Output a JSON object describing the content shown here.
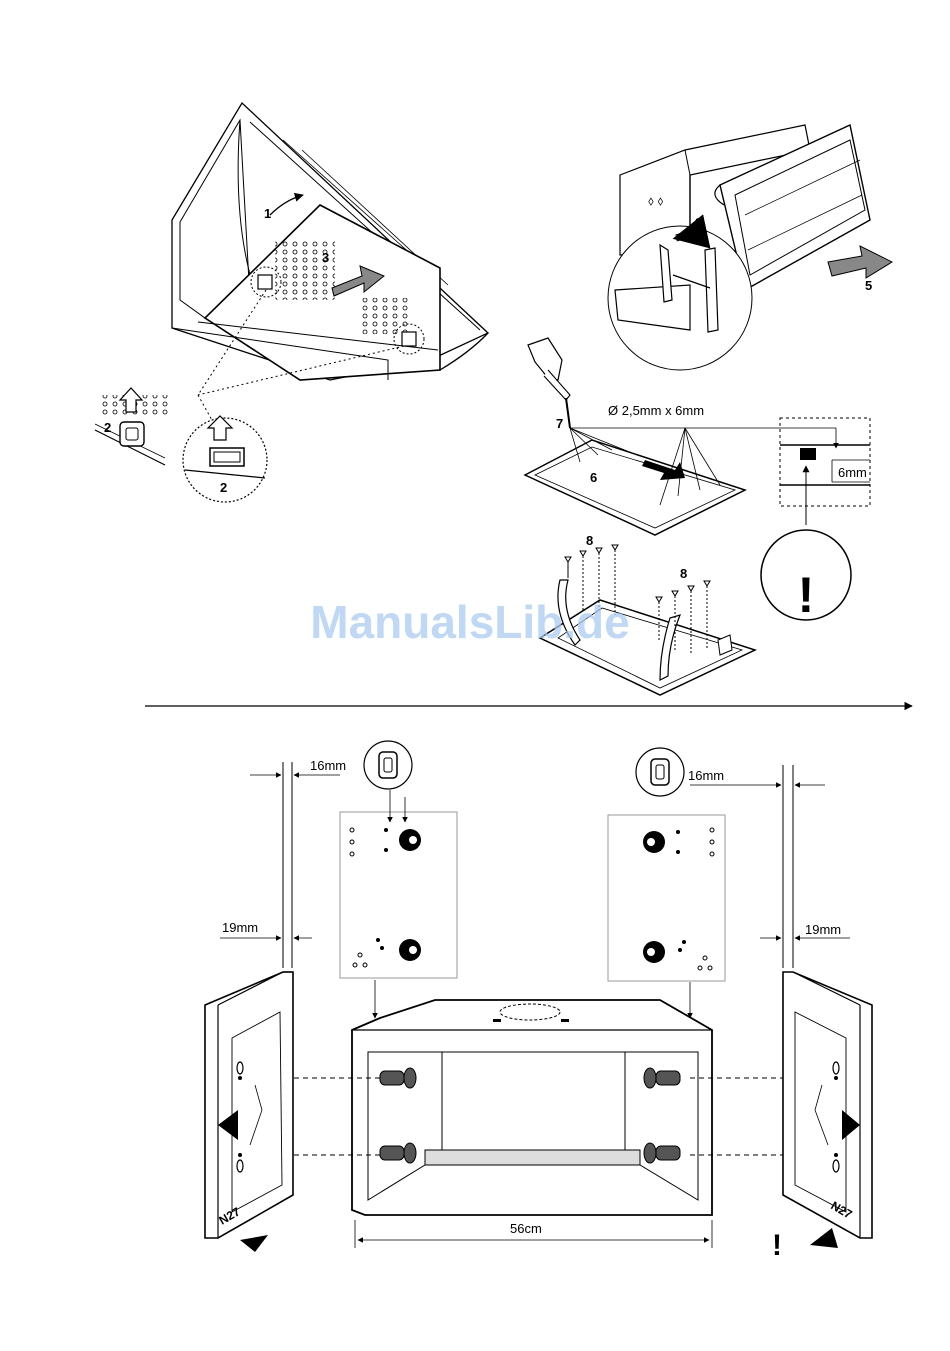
{
  "steps": {
    "s1": "1",
    "s2a": "2",
    "s2b": "2",
    "s3": "3",
    "s5": "5",
    "s6": "6",
    "s7": "7",
    "s8a": "8",
    "s8b": "8"
  },
  "dimensions": {
    "screw": "Ø 2,5mm x 6mm",
    "depth": "6mm",
    "left_offset": "16mm",
    "right_offset": "16mm",
    "left_panel": "19mm",
    "right_panel": "19mm",
    "width": "56cm"
  },
  "panel_labels": {
    "left": "N27",
    "right": "N27"
  },
  "warnings": {
    "circle": "!",
    "bottom": "!"
  },
  "watermark": "ManualsLib.de"
}
